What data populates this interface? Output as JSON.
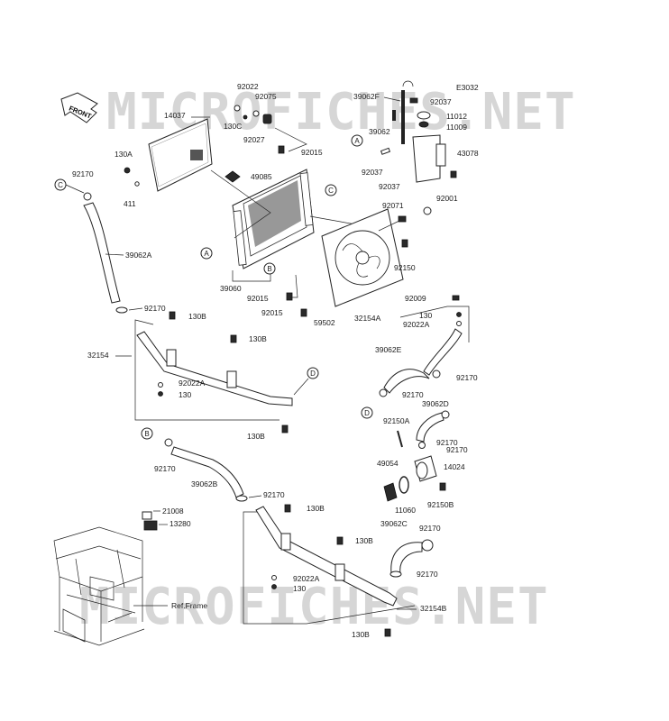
{
  "figure_code": "E3032",
  "front_label": "FRONT",
  "watermark": "MICROFICHES.NET",
  "ref_frame": "Ref.Frame",
  "part_labels": {
    "p92022": "92022",
    "p92075": "92075",
    "p130C": "130C",
    "p92027": "92027",
    "p14037": "14037",
    "p130A": "130A",
    "p92170_c": "92170",
    "p411": "411",
    "p49085": "49085",
    "p92015_top": "92015",
    "p39062A": "39062A",
    "p39060": "39060",
    "p92015_b1": "92015",
    "p92015_b2": "92015",
    "p59502": "59502",
    "p92150": "92150",
    "p39062F": "39062F",
    "p92037_top": "92037",
    "p11012": "11012",
    "p11009": "11009",
    "p39062": "39062",
    "p43078": "43078",
    "p92037_a": "92037",
    "p92037_b": "92037",
    "p92001": "92001",
    "p92071": "92071",
    "p92009": "92009",
    "p32154A": "32154A",
    "p130_r": "130",
    "p92022A_r": "92022A",
    "p39062E": "39062E",
    "p92170_r1": "92170",
    "p92170_r2": "92170",
    "p39062D": "39062D",
    "p92150A": "92150A",
    "p92170_r3": "92170",
    "p92170_r4": "92170",
    "p49054": "49054",
    "p14024": "14024",
    "p11060": "11060",
    "p92150B": "92150B",
    "p39062C": "39062C",
    "p92170_r5": "92170",
    "p92170_r6": "92170",
    "p92170_l1": "92170",
    "p130B_1": "130B",
    "p130B_2": "130B",
    "p32154": "32154",
    "p92022A_l": "92022A",
    "p130_l": "130",
    "p130B_3": "130B",
    "p92170_b": "92170",
    "p39062B": "39062B",
    "p92170_l2": "92170",
    "p130B_4": "130B",
    "p21008": "21008",
    "p13280": "13280",
    "p130B_5": "130B",
    "p92022A_b": "92022A",
    "p130_b": "130",
    "p32154B": "32154B",
    "p130B_6": "130B"
  },
  "callouts": {
    "A": "A",
    "B": "B",
    "C": "C",
    "D": "D"
  }
}
